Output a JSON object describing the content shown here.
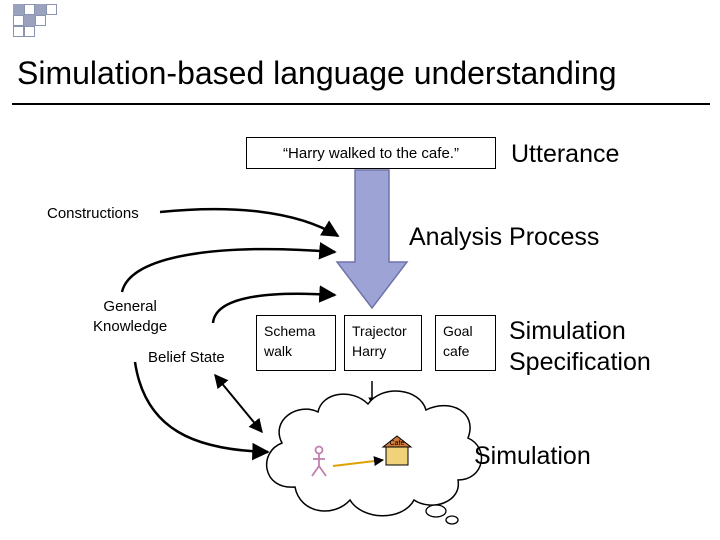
{
  "title": "Simulation-based language understanding",
  "utterance": "“Harry walked to the cafe.”",
  "labels": {
    "utterance": "Utterance",
    "analysis": "Analysis Process",
    "constructions": "Constructions",
    "general_knowledge": [
      "General",
      "Knowledge"
    ],
    "belief_state": "Belief State",
    "sim_spec": [
      "Simulation",
      "Specification"
    ],
    "simulation": "Simulation",
    "cafe_sign": "Cafe"
  },
  "spec_boxes": [
    {
      "header": "Schema",
      "value": "walk"
    },
    {
      "header": "Trajector",
      "value": "Harry"
    },
    {
      "header": "Goal",
      "value": "cafe"
    }
  ],
  "colors": {
    "arrow_fill": "#9ea3d6",
    "arrow_stroke": "#6f74a8",
    "bullet": "#9aa2be",
    "house_fill": "#f0d27a",
    "house_roof": "#d07a3a"
  }
}
